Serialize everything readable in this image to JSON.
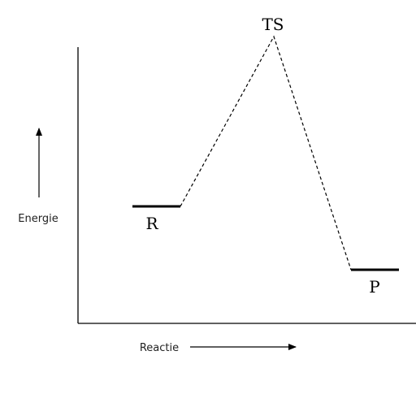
{
  "axes": {
    "y_label": "Energie",
    "x_label": "Reactie"
  },
  "states": {
    "reactant": "R",
    "transition_state": "TS",
    "product": "P"
  },
  "colors": {
    "line": "#000000",
    "background": "#ffffff"
  }
}
